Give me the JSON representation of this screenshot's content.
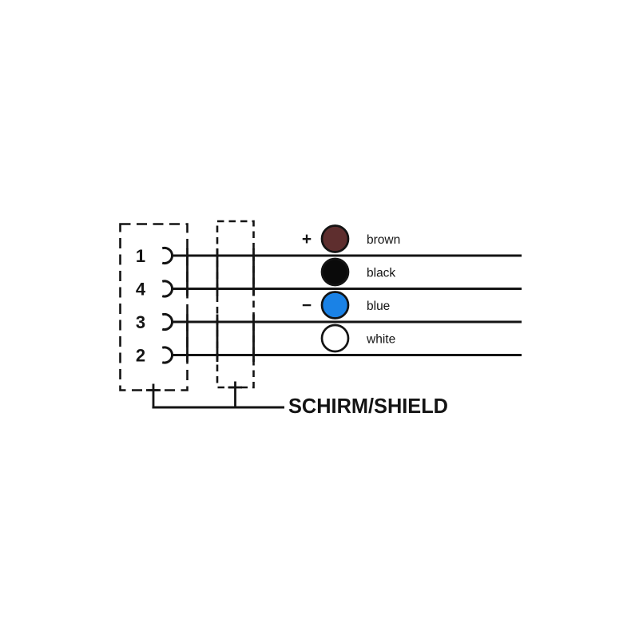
{
  "diagram": {
    "shield_label": "SCHIRM/SHIELD",
    "line_color": "#141414",
    "rows": [
      {
        "pin": "1",
        "polarity": "+",
        "color_name": "brown",
        "color_hex": "#5e2e2e"
      },
      {
        "pin": "4",
        "polarity": "",
        "color_name": "black",
        "color_hex": "#0a0a0a"
      },
      {
        "pin": "3",
        "polarity": "−",
        "color_name": "blue",
        "color_hex": "#1a82e6"
      },
      {
        "pin": "2",
        "polarity": "",
        "color_name": "white",
        "color_hex": "#ffffff"
      }
    ]
  }
}
